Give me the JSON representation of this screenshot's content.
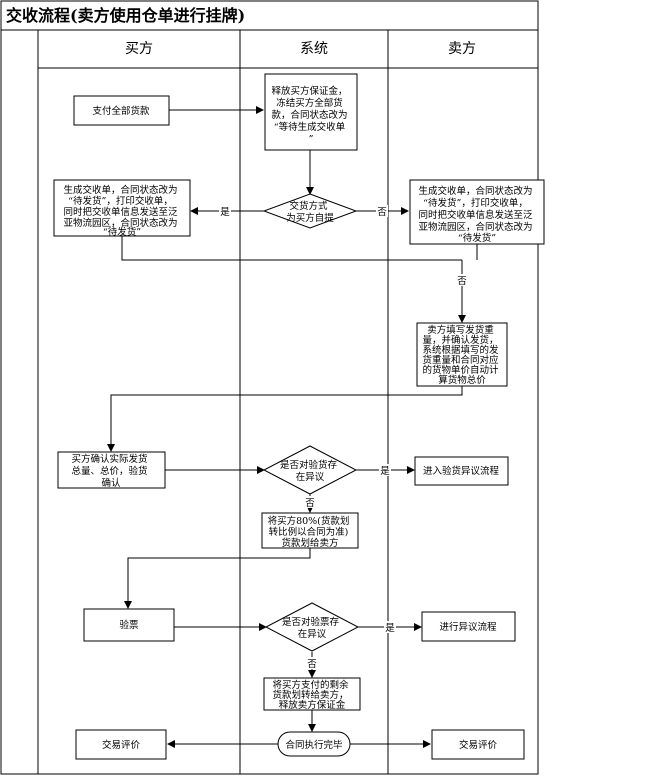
{
  "title": "交收流程(卖方使用仓单进行挂牌)",
  "lanes": [
    "买方",
    "系统",
    "卖方"
  ],
  "nodes": {
    "buyer_pay_full": "支付全部货款",
    "release_margin": [
      "释放买方保证金，",
      "冻结买方全部货",
      "款，合同状态改为",
      "“等待生成交收单",
      "”"
    ],
    "delivery_decision": [
      "交货方式",
      "为买方自提"
    ],
    "buyer_gen_receipt": [
      "生成交收单，合同状态改为",
      "“待发货”，打印交收单，",
      "同时把交收单信息发送至泛",
      "亚物流园区，合同状态改为",
      "“待发货”"
    ],
    "seller_gen_receipt": [
      "生成交收单，合同状态改为",
      "“待发货”，打印交收单，",
      "同时把交收单信息发送至泛",
      "亚物流园区，合同状态改为",
      "“待发货”"
    ],
    "seller_fill_weight": [
      "卖方填写发货重",
      "量，并确认发货，",
      "系统根据填写的发",
      "货重量和合同对应",
      "的货物单价自动计",
      "算货物总价"
    ],
    "buyer_confirm": [
      "买方确认实际发货",
      "总量、总价，验货",
      "确认"
    ],
    "inspection_decision": [
      "是否对验货存",
      "在异议"
    ],
    "inspection_dispute": "进入验货异议流程",
    "transfer_80": [
      "将买方80%(货款划",
      "转比例以合同为准)",
      "货款划给卖方"
    ],
    "ticket_check": "验票",
    "ticket_decision": [
      "是否对验票存",
      "在异议"
    ],
    "ticket_dispute": "进行异议流程",
    "transfer_rest": [
      "将买方支付的剩余",
      "货款划转给卖方，",
      "释放卖方保证金"
    ],
    "contract_done": "合同执行完毕",
    "buyer_eval": "交易评价",
    "seller_eval": "交易评价"
  },
  "edge_labels": {
    "yes": "是",
    "no": "否"
  }
}
